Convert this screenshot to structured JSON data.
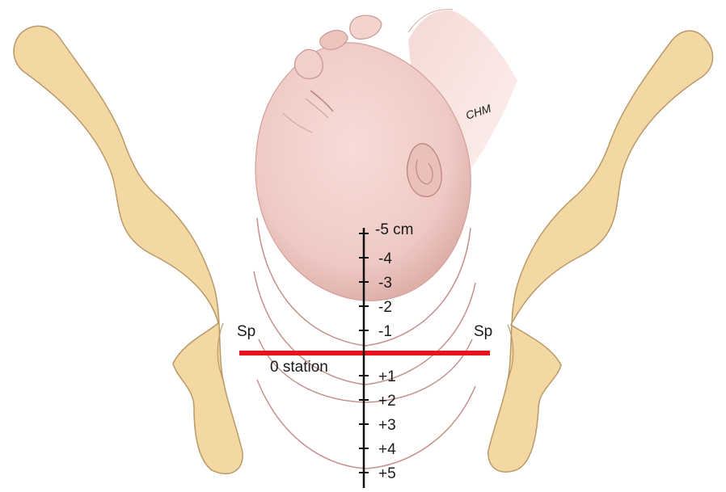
{
  "diagram": {
    "station_axis": {
      "top_label": "-5 cm",
      "tick_labels": [
        "-4",
        "-3",
        "-2",
        "-1",
        "+1",
        "+2",
        "+3",
        "+4",
        "+5"
      ]
    },
    "zero_station_label": "0 station",
    "spine_labels": {
      "left": "Sp",
      "right": "Sp"
    },
    "signature": "CHM",
    "colors": {
      "bone_fill": "#f4d8a3",
      "bone_stroke": "#b89968",
      "skin_fill": "#f0d0cc",
      "skin_shadow": "#d9a9a4",
      "zero_line": "#e8141c",
      "axis": "#111111",
      "arc": "#c4908a"
    }
  }
}
